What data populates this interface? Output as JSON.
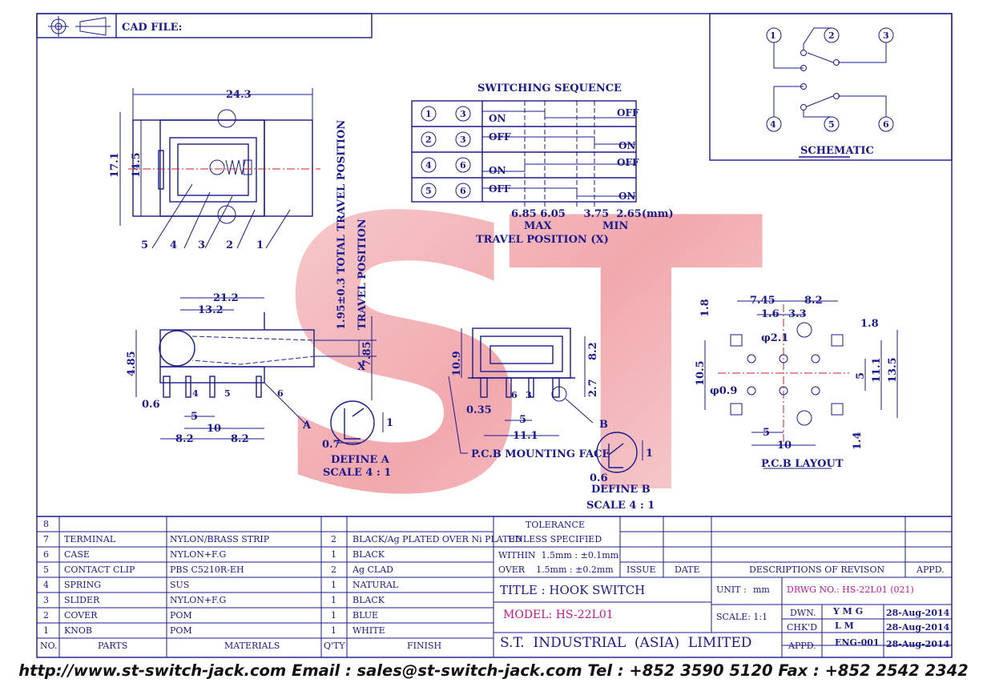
{
  "header": {
    "cad_file_label": "CAD FILE:"
  },
  "watermark": {
    "text": "ST"
  },
  "switching": {
    "title": "SWITCHING SEQUENCE",
    "rows": [
      {
        "a": "1",
        "b": "3",
        "left": "ON",
        "right": "OFF"
      },
      {
        "a": "2",
        "b": "3",
        "left": "OFF",
        "right": "ON"
      },
      {
        "a": "4",
        "b": "6",
        "left": "ON",
        "right": "OFF"
      },
      {
        "a": "5",
        "b": "6",
        "left": "OFF",
        "right": "ON"
      }
    ],
    "positions": "6.85 6.05     3.75  2.65(mm)",
    "max_label": "MAX",
    "min_label": "MIN",
    "axis_label": "TRAVEL POSITION (X)"
  },
  "schematic": {
    "label": "SCHEMATIC",
    "pins": [
      "1",
      "2",
      "3",
      "4",
      "5",
      "6"
    ]
  },
  "top_view": {
    "width": "24.3",
    "h1": "17.1",
    "h2": "14.5",
    "callouts": [
      "5",
      "4",
      "3",
      "2",
      "1"
    ],
    "total_travel": "1.95±0.3 TOTAL TRAVEL POSITION",
    "travel": "TRAVEL POSITION"
  },
  "side_view": {
    "d1": "21.2",
    "d2": "13.2",
    "d3": "4.85",
    "d4": "7.85",
    "d5": "0.6",
    "d6": "5",
    "d7": "10",
    "d8": "8.2",
    "d9": "8.2",
    "x_label": "X",
    "pins": [
      "4",
      "5",
      "6"
    ],
    "callout": "A"
  },
  "front_view": {
    "d1": "10.9",
    "d2": "8.2",
    "d3": "2.7",
    "d4": "0.35",
    "d5": "5",
    "d6": "11.1",
    "pins": [
      "6",
      "3"
    ],
    "callout": "B",
    "mount_label": "P.C.B MOUNTING FACE"
  },
  "define_a": {
    "label": "DEFINE A",
    "scale": "SCALE 4 : 1",
    "d1": "0.7",
    "d2": "1"
  },
  "define_b": {
    "label": "DEFINE B",
    "scale": "SCALE 4 : 1",
    "d1": "0.6",
    "d2": "1"
  },
  "pcb": {
    "label": "P.C.B LAYOUT",
    "d1": "7.45",
    "d2": "8.2",
    "d3": "1.6",
    "d4": "3.3",
    "d5": "1.8",
    "d6": "1.8",
    "d7": "φ2.1",
    "d8": "10.5",
    "d9": "φ0.9",
    "d10": "5",
    "d11": "11.1",
    "d12": "13.5",
    "d13": "5",
    "d14": "10",
    "d15": "1.4"
  },
  "bom": {
    "header": {
      "no": "NO.",
      "parts": "PARTS",
      "materials": "MATERIALS",
      "qty": "Q'TY",
      "finish": "FINISH"
    },
    "rows": [
      {
        "no": "8",
        "part": "",
        "material": "",
        "qty": "",
        "finish": ""
      },
      {
        "no": "7",
        "part": "TERMINAL",
        "material": "NYLON/BRASS STRIP",
        "qty": "2",
        "finish": "BLACK/Ag PLATED OVER Ni PLATED"
      },
      {
        "no": "6",
        "part": "CASE",
        "material": "NYLON+F.G",
        "qty": "1",
        "finish": "BLACK"
      },
      {
        "no": "5",
        "part": "CONTACT CLIP",
        "material": "PBS C5210R-EH",
        "qty": "2",
        "finish": "Ag CLAD"
      },
      {
        "no": "4",
        "part": "SPRING",
        "material": "SUS",
        "qty": "1",
        "finish": "NATURAL"
      },
      {
        "no": "3",
        "part": "SLIDER",
        "material": "NYLON+F.G",
        "qty": "1",
        "finish": "BLACK"
      },
      {
        "no": "2",
        "part": "COVER",
        "material": "POM",
        "qty": "1",
        "finish": "BLUE"
      },
      {
        "no": "1",
        "part": "KNOB",
        "material": "POM",
        "qty": "1",
        "finish": "WHITE"
      }
    ]
  },
  "title_block": {
    "tolerance": "TOLERANCE",
    "unless": "UNLESS  SPECIFIED",
    "within": "WITHIN  1.5mm : ±0.1mm",
    "over": "OVER    1.5mm : ±0.2mm",
    "issue": "ISSUE",
    "date": "DATE",
    "desc": "DESCRIPTIONS OF REVISON",
    "appd": "APPD.",
    "title": "TITLE : HOOK SWITCH",
    "unit_label": "UNIT :",
    "unit": "mm",
    "drwg": "DRWG NO.: HS-22L01 (021)",
    "model": "MODEL: HS-22L01",
    "scale": "SCALE:  1:1",
    "dwn_label": "DWN.",
    "dwn": "Y M G",
    "dwn_date": "28-Aug-2014",
    "chk_label": "CHK'D",
    "chk": "L M",
    "chk_date": "28-Aug-2014",
    "appd_label": "APPD.",
    "appd_by": "ENG-001",
    "appd_date": "28-Aug-2014",
    "company": "S.T.  INDUSTRIAL  (ASIA)  LIMITED"
  },
  "footer": {
    "text": "http://www.st-switch-jack.com  Email : sales@st-switch-jack.com  Tel : +852 3590 5120  Fax : +852 2542 2342"
  }
}
